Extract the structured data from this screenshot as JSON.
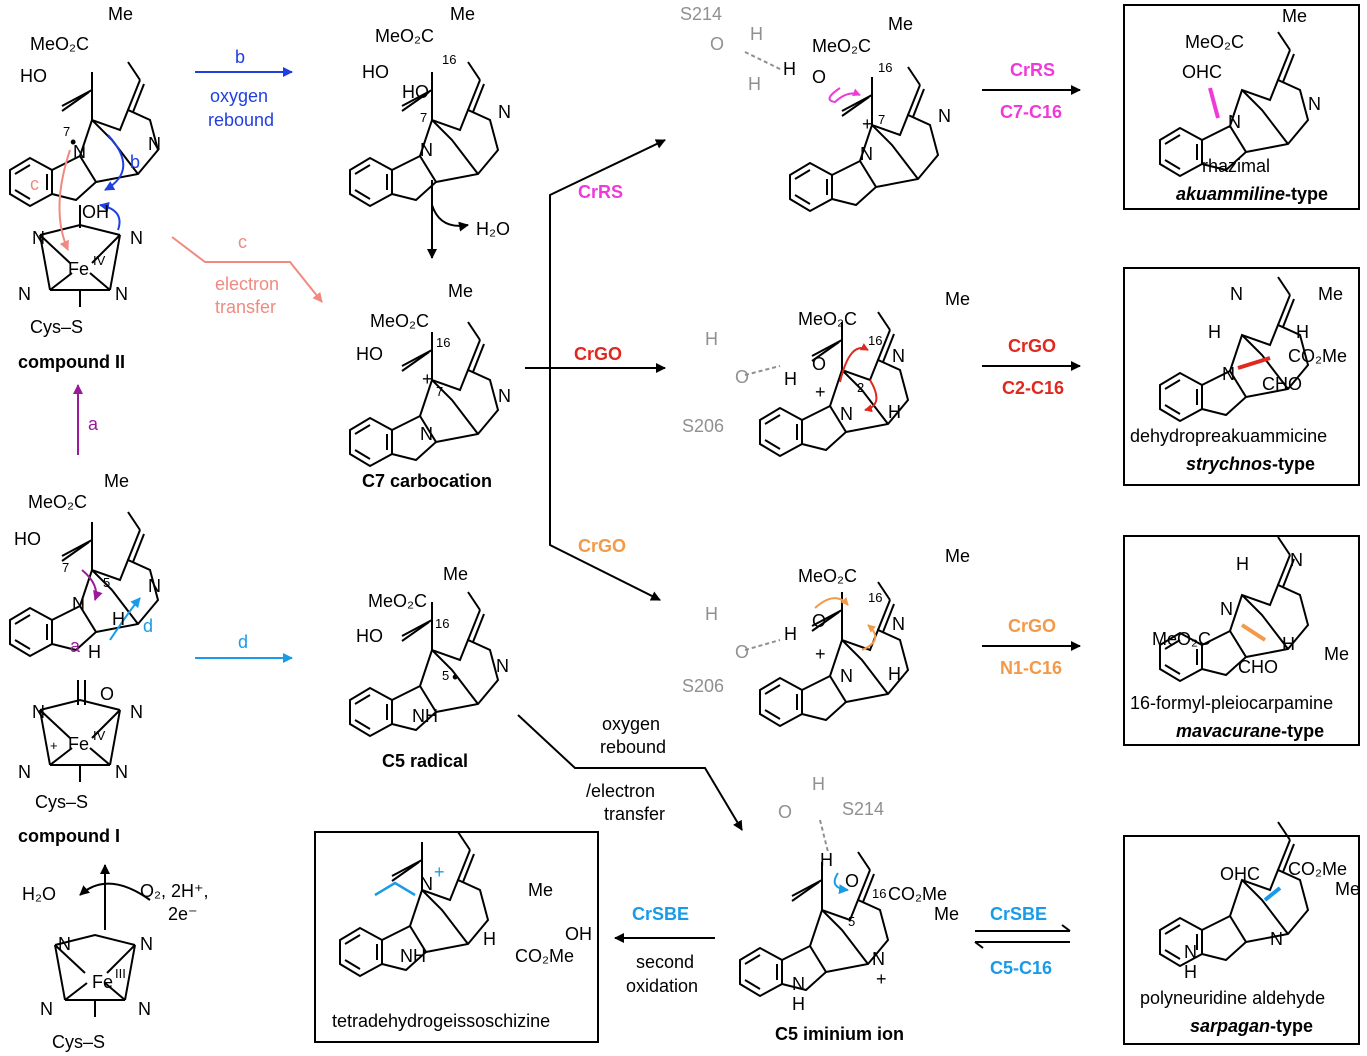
{
  "colors": {
    "blue": "#1f3fe0",
    "pink": "#f08a80",
    "purple": "#9a1a9a",
    "magenta": "#ef3ad9",
    "red": "#e0281e",
    "orange": "#f39a4a",
    "cyan": "#1a9be8",
    "gray": "#909090"
  },
  "species": {
    "compound_ii": "compound II",
    "compound_i": "compound I",
    "c7_carbocation": "C7 carbocation",
    "c5_radical": "C5 radical",
    "c5_iminium": "C5 iminium ion"
  },
  "steps": {
    "b_letter": "b",
    "b_text1": "oxygen",
    "b_text2": "rebound",
    "c_letter": "c",
    "c_text1": "electron",
    "c_text2": "transfer",
    "a_letter": "a",
    "d_letter": "d",
    "water": "H₂O",
    "o2_line1": "O₂, 2H⁺,",
    "o2_line2": "2e⁻",
    "rebound1": "oxygen",
    "rebound2": "rebound",
    "rebound3": "/electron",
    "rebound4": "transfer",
    "second1": "second",
    "second2": "oxidation"
  },
  "enzymes": {
    "crrs": "CrRS",
    "crgo": "CrGO",
    "crsbe": "CrSBE",
    "c7c16": "C7-C16",
    "c2c16": "C2-C16",
    "n1c16": "N1-C16",
    "c5c16": "C5-C16"
  },
  "residues": {
    "s214": "S214",
    "s206": "S206"
  },
  "atoms": {
    "meo2c": "MeO₂C",
    "co2me": "CO₂Me",
    "me": "Me",
    "ho": "HO",
    "oh": "OH",
    "o": "O",
    "h": "H",
    "n": "N",
    "nh": "NH",
    "ohc": "OHC",
    "cho": "CHO",
    "cys_s": "Cys–S",
    "fe_iv": "Fe",
    "fe_iii": "Fe",
    "iv": "IV",
    "iii": "III",
    "n16": "16",
    "n7": "7",
    "n5": "5",
    "n2": "2",
    "plus": "+",
    "dot": "•"
  },
  "products": {
    "rhazimal": "rhazimal",
    "akuammiline": "akuammiline",
    "dehydro": "dehydropreakuammicine",
    "strychnos": "strychnos",
    "pleiocarpamine": "16-formyl-pleiocarpamine",
    "mavacurane": "mavacurane",
    "tetradehydro": "tetradehydrogeissoschizine",
    "polyneuridine": "polyneuridine aldehyde",
    "sarpagan": "sarpagan",
    "type_suffix": "-type"
  }
}
